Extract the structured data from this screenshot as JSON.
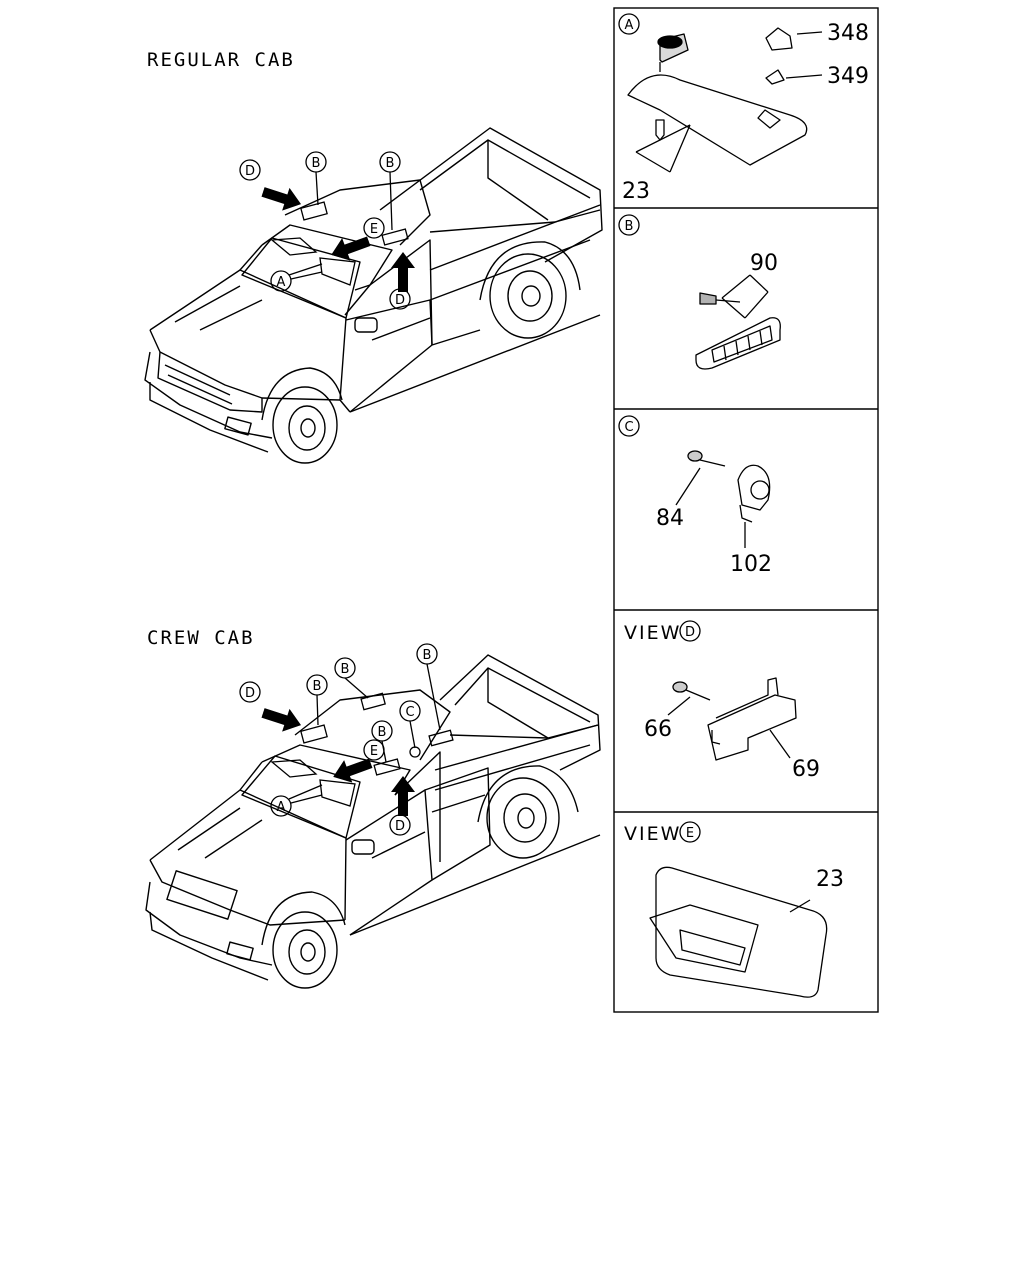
{
  "sections": {
    "regular_cab": "REGULAR CAB",
    "crew_cab": "CREW CAB"
  },
  "callouts": {
    "A": "A",
    "B": "B",
    "C": "C",
    "D": "D",
    "E": "E"
  },
  "panels": {
    "a": {
      "letter": "A",
      "parts": [
        "348",
        "349",
        "23"
      ]
    },
    "b": {
      "letter": "B",
      "parts": [
        "90"
      ]
    },
    "c": {
      "letter": "C",
      "parts": [
        "84",
        "102"
      ]
    },
    "d": {
      "prefix": "VIEW",
      "letter": "D",
      "parts": [
        "66",
        "69"
      ]
    },
    "e": {
      "prefix": "VIEW",
      "letter": "E",
      "parts": [
        "23"
      ]
    }
  }
}
